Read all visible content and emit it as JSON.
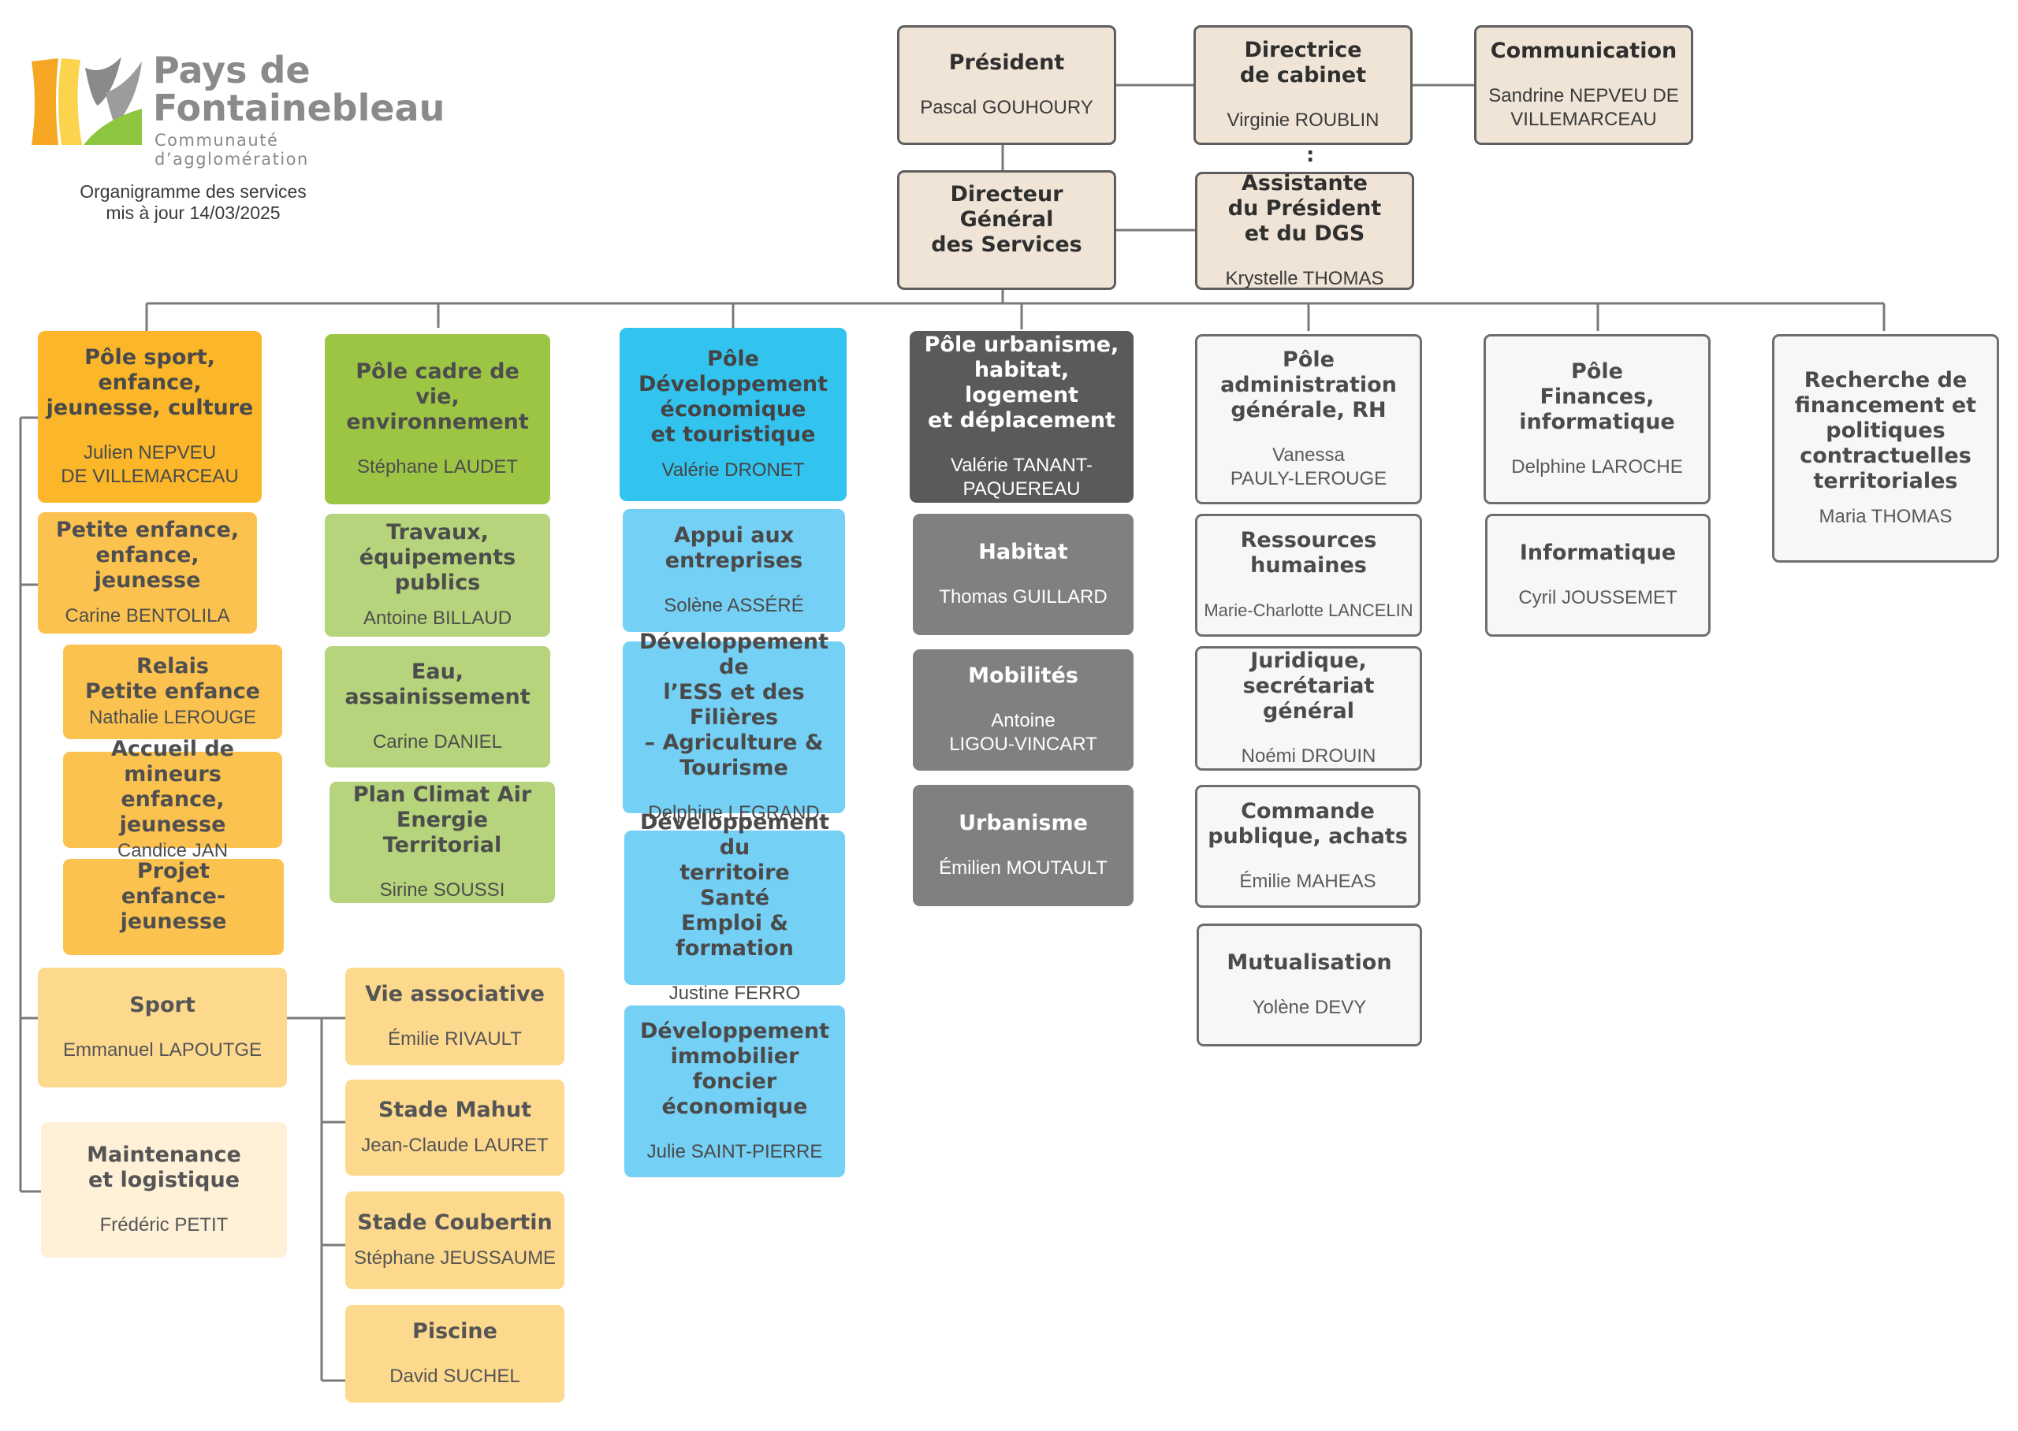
{
  "logo": {
    "line1": "Pays de",
    "line2": "Fontainebleau",
    "line3": "Communauté d’agglomération",
    "colors": {
      "orange": "#f6a623",
      "yellow": "#fcd34d",
      "green": "#8dc63f",
      "gray": "#8a8a8a"
    }
  },
  "caption": {
    "line1": "Organigramme des services",
    "line2": "mis à jour 14/03/2025"
  },
  "nodes": {
    "president": {
      "title": "Président",
      "person": "Pascal GOUHOURY"
    },
    "directrice": {
      "title": "Directrice\nde cabinet",
      "person": "Virginie ROUBLIN"
    },
    "communication": {
      "title": "Communication",
      "person": "Sandrine NEPVEU DE\nVILLEMARCEAU"
    },
    "dgs": {
      "title": "Directeur Général\ndes Services",
      "person": ""
    },
    "assistante": {
      "title": "Assistante\ndu Président\net du DGS",
      "person": "Krystelle THOMAS"
    },
    "pole_sport": {
      "title": "Pôle sport,\nenfance,\njeunesse, culture",
      "person": "Julien NEPVEU\nDE VILLEMARCEAU"
    },
    "petite_enfance": {
      "title": "Petite enfance,\nenfance, jeunesse",
      "person": "Carine BENTOLILA"
    },
    "relais": {
      "title": "Relais\nPetite enfance",
      "person": "Nathalie LEROUGE"
    },
    "accueil": {
      "title": "Accueil de mineurs\nenfance, jeunesse",
      "person": "Candice JAN"
    },
    "projet": {
      "title": "Projet\nenfance-jeunesse",
      "person": ""
    },
    "sport": {
      "title": "Sport",
      "person": "Emmanuel LAPOUTGE"
    },
    "maintenance": {
      "title": "Maintenance\net logistique",
      "person": "Frédéric PETIT"
    },
    "vie_asso": {
      "title": "Vie associative",
      "person": "Émilie RIVAULT"
    },
    "stade_mahut": {
      "title": "Stade Mahut",
      "person": "Jean-Claude LAURET"
    },
    "stade_coubertin": {
      "title": "Stade Coubertin",
      "person": "Stéphane JEUSSAUME"
    },
    "piscine": {
      "title": "Piscine",
      "person": "David SUCHEL"
    },
    "pole_cadre": {
      "title": "Pôle cadre de vie,\nenvironnement",
      "person": "Stéphane LAUDET"
    },
    "travaux": {
      "title": "Travaux,\néquipements\npublics",
      "person": "Antoine BILLAUD"
    },
    "eau": {
      "title": "Eau,\nassainissement",
      "person": "Carine DANIEL"
    },
    "plan_climat": {
      "title": "Plan Climat Air\nEnergie Territorial",
      "person": "Sirine SOUSSI"
    },
    "pole_dev": {
      "title": "Pôle\nDéveloppement\néconomique\net touristique",
      "person": "Valérie DRONET"
    },
    "appui": {
      "title": "Appui aux\nentreprises",
      "person": "Solène ASSÉRÉ"
    },
    "ess": {
      "title": "Développement de\nl’ESS et des Filières\n– Agriculture &\nTourisme",
      "person": "Delphine LEGRAND"
    },
    "dev_territoire": {
      "title": "Développement du\nterritoire\nSanté\nEmploi & formation",
      "person": "Justine FERRO"
    },
    "dev_immo": {
      "title": "Développement\nimmobilier\nfoncier économique",
      "person": "Julie SAINT-PIERRE"
    },
    "pole_urba": {
      "title": "Pôle urbanisme,\nhabitat, logement\net déplacement",
      "person": "Valérie TANANT-\nPAQUEREAU"
    },
    "habitat": {
      "title": "Habitat",
      "person": "Thomas GUILLARD"
    },
    "mobilites": {
      "title": "Mobilités",
      "person": "Antoine\nLIGOU-VINCART"
    },
    "urbanisme": {
      "title": "Urbanisme",
      "person": "Émilien MOUTAULT"
    },
    "pole_admin": {
      "title": "Pôle\nadministration\ngénérale, RH",
      "person": "Vanessa\nPAULY-LEROUGE"
    },
    "rh": {
      "title": "Ressources\nhumaines",
      "person": "Marie-Charlotte LANCELIN"
    },
    "juridique": {
      "title": "Juridique,\nsecrétariat général",
      "person": "Noémi DROUIN"
    },
    "commande": {
      "title": "Commande\npublique, achats",
      "person": "Émilie MAHEAS"
    },
    "mutualisation": {
      "title": "Mutualisation",
      "person": "Yolène DEVY"
    },
    "pole_finances": {
      "title": "Pôle\nFinances,\ninformatique",
      "person": "Delphine LAROCHE"
    },
    "informatique": {
      "title": "Informatique",
      "person": "Cyril JOUSSEMET"
    },
    "recherche": {
      "title": "Recherche de\nfinancement et\npolitiques\ncontractuelles\nterritoriales",
      "person": "Maria THOMAS"
    }
  }
}
